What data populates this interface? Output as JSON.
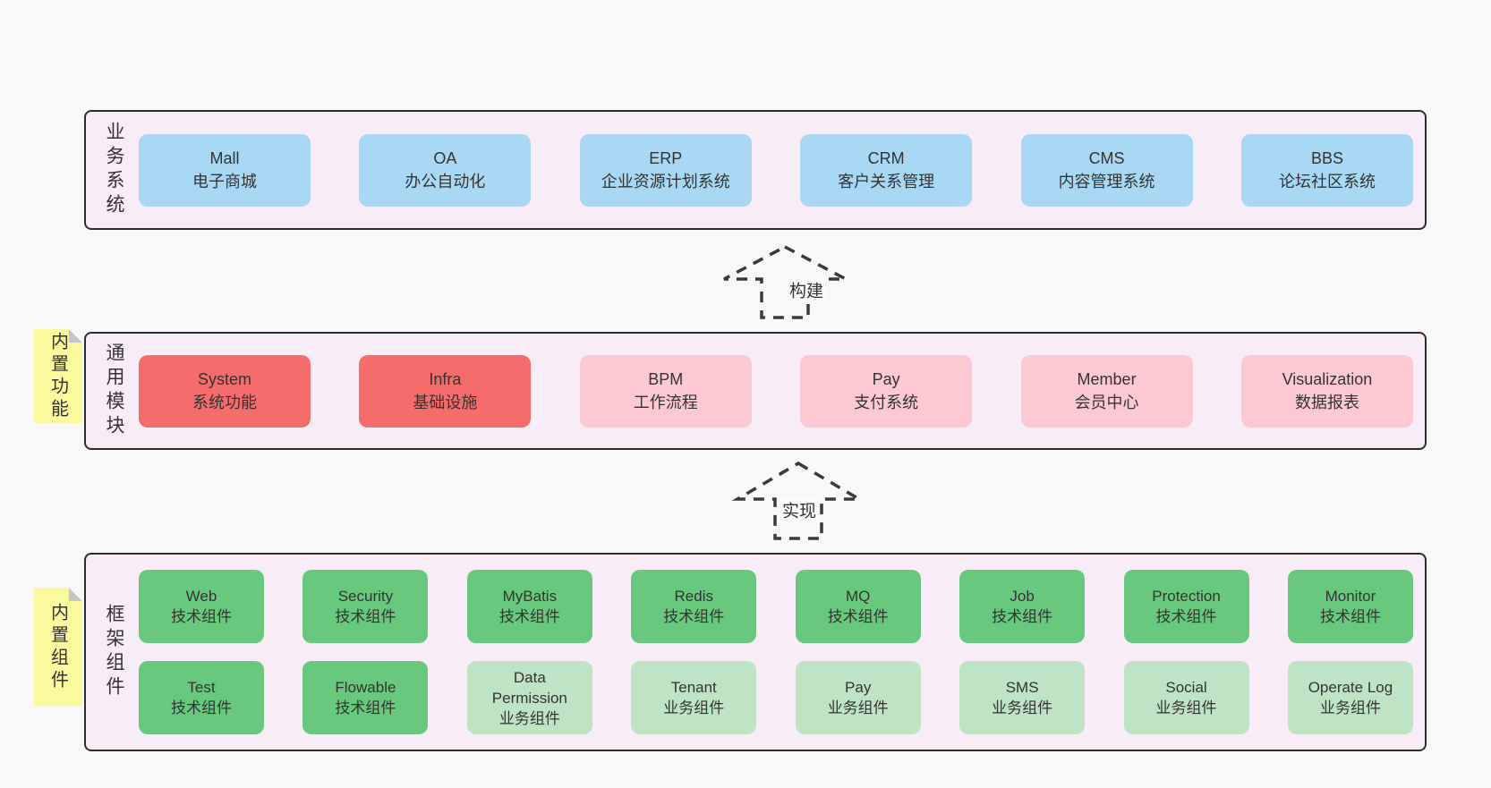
{
  "colors": {
    "page_bg": "#f8f8f8",
    "band_bg": "#f8edf6",
    "band_border": "#2d2d2d",
    "text": "#333333",
    "blue": "#a8d8f4",
    "red": "#f56c6c",
    "pink": "#fcc9d2",
    "green": "#68c97e",
    "green_light": "#bfe4c5",
    "yellow": "#fbf99e",
    "fold": "#c6c6c6",
    "arrow": "#3a3a3a",
    "arrow_label_bg": "#fafafa"
  },
  "arrows": [
    {
      "label": "构建"
    },
    {
      "label": "实现"
    }
  ],
  "bands": [
    {
      "label": "业务系统",
      "boxes": [
        {
          "name": "Mall",
          "desc": "电子商城",
          "type": "blue"
        },
        {
          "name": "OA",
          "desc": "办公自动化",
          "type": "blue"
        },
        {
          "name": "ERP",
          "desc": "企业资源计划系统",
          "type": "blue"
        },
        {
          "name": "CRM",
          "desc": "客户关系管理",
          "type": "blue"
        },
        {
          "name": "CMS",
          "desc": "内容管理系统",
          "type": "blue"
        },
        {
          "name": "BBS",
          "desc": "论坛社区系统",
          "type": "blue"
        }
      ]
    },
    {
      "label": "通用模块",
      "sticky": "内置功能",
      "boxes": [
        {
          "name": "System",
          "desc": "系统功能",
          "type": "red"
        },
        {
          "name": "Infra",
          "desc": "基础设施",
          "type": "red"
        },
        {
          "name": "BPM",
          "desc": "工作流程",
          "type": "pink"
        },
        {
          "name": "Pay",
          "desc": "支付系统",
          "type": "pink"
        },
        {
          "name": "Member",
          "desc": "会员中心",
          "type": "pink"
        },
        {
          "name": "Visualization",
          "desc": "数据报表",
          "type": "pink"
        }
      ]
    },
    {
      "label": "框架组件",
      "sticky": "内置组件",
      "rows": [
        [
          {
            "name": "Web",
            "desc": "技术组件",
            "type": "green"
          },
          {
            "name": "Security",
            "desc": "技术组件",
            "type": "green"
          },
          {
            "name": "MyBatis",
            "desc": "技术组件",
            "type": "green"
          },
          {
            "name": "Redis",
            "desc": "技术组件",
            "type": "green"
          },
          {
            "name": "MQ",
            "desc": "技术组件",
            "type": "green"
          },
          {
            "name": "Job",
            "desc": "技术组件",
            "type": "green"
          },
          {
            "name": "Protection",
            "desc": "技术组件",
            "type": "green"
          },
          {
            "name": "Monitor",
            "desc": "技术组件",
            "type": "green"
          }
        ],
        [
          {
            "name": "Test",
            "desc": "技术组件",
            "type": "green"
          },
          {
            "name": "Flowable",
            "desc": "技术组件",
            "type": "green"
          },
          {
            "name": "Data Permission",
            "desc": "业务组件",
            "type": "green-light"
          },
          {
            "name": "Tenant",
            "desc": "业务组件",
            "type": "green-light"
          },
          {
            "name": "Pay",
            "desc": "业务组件",
            "type": "green-light"
          },
          {
            "name": "SMS",
            "desc": "业务组件",
            "type": "green-light"
          },
          {
            "name": "Social",
            "desc": "业务组件",
            "type": "green-light"
          },
          {
            "name": "Operate Log",
            "desc": "业务组件",
            "type": "green-light"
          }
        ]
      ]
    }
  ]
}
